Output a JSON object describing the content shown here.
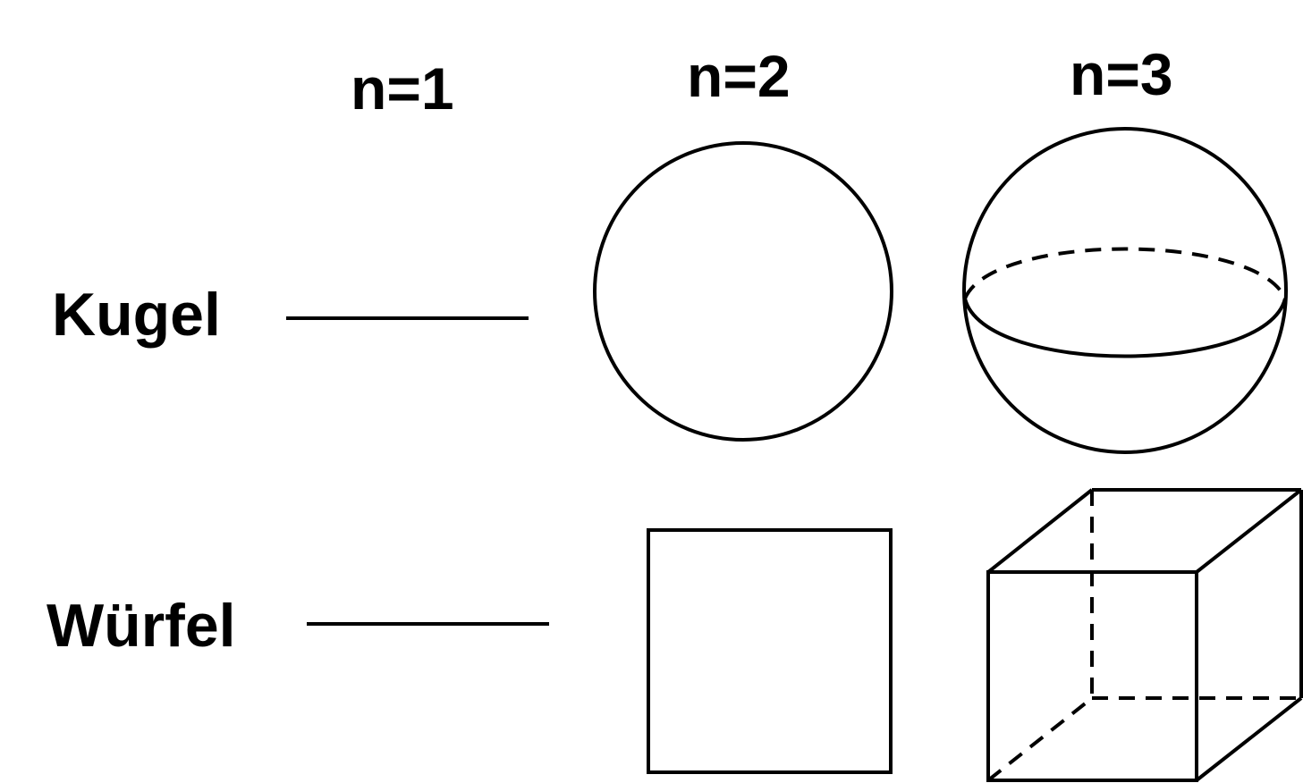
{
  "columns": [
    {
      "label": "n=1"
    },
    {
      "label": "n=2"
    },
    {
      "label": "n=3"
    }
  ],
  "rows": [
    {
      "label": "Kugel",
      "shapes": [
        "segment",
        "circle",
        "sphere"
      ]
    },
    {
      "label": "Würfel",
      "shapes": [
        "segment",
        "square",
        "cube"
      ]
    }
  ],
  "colors": {
    "stroke": "#000000",
    "background": "#ffffff"
  }
}
